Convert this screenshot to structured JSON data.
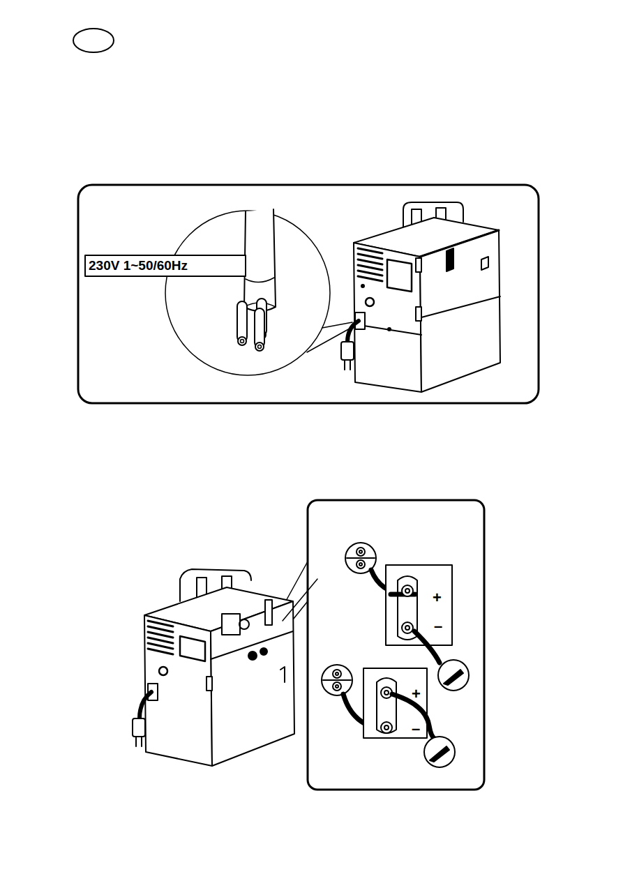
{
  "diagram": {
    "labels": [
      "230V 1~50/60Hz",
      "+",
      "–",
      "+",
      "–"
    ]
  }
}
